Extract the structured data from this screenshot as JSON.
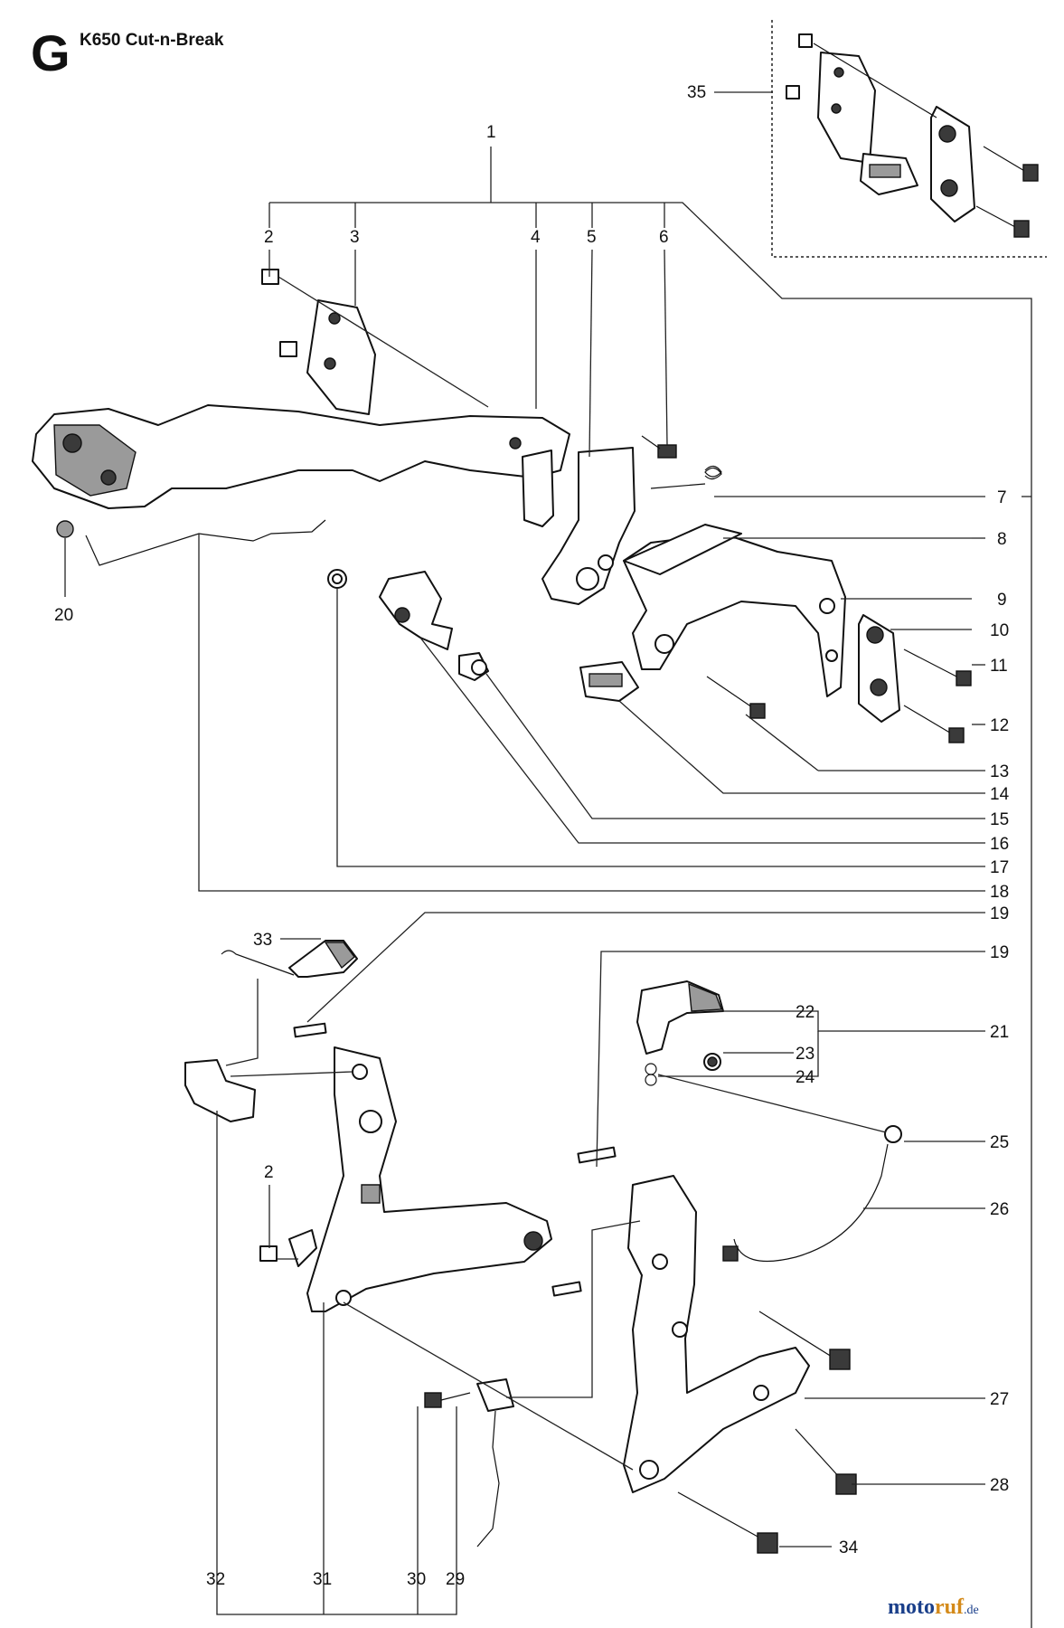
{
  "header": {
    "section": "G",
    "title": "K650 Cut-n-Break"
  },
  "watermark": {
    "brand_a": "moto",
    "brand_b": "ruf",
    "tld": ".de"
  },
  "labels": {
    "n1": "1",
    "n2a": "2",
    "n2b": "2",
    "n3": "3",
    "n4": "4",
    "n5": "5",
    "n6": "6",
    "n7": "7",
    "n8": "8",
    "n9": "9",
    "n10": "10",
    "n11": "11",
    "n12": "12",
    "n13": "13",
    "n14": "14",
    "n15": "15",
    "n16": "16",
    "n17": "17",
    "n18": "18",
    "n19a": "19",
    "n19b": "19",
    "n20": "20",
    "n21": "21",
    "n22": "22",
    "n23": "23",
    "n24": "24",
    "n25": "25",
    "n26": "26",
    "n27": "27",
    "n28": "28",
    "n29": "29",
    "n30": "30",
    "n31": "31",
    "n32": "32",
    "n33": "33",
    "n34": "34",
    "n35": "35"
  }
}
